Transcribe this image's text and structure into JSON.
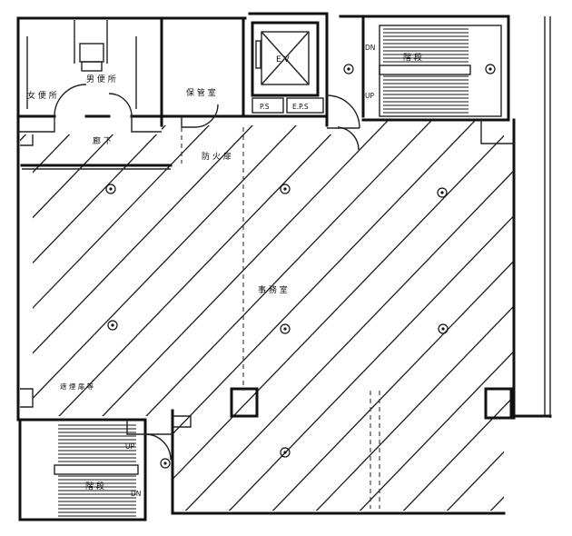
{
  "rooms": {
    "toilet_men": "男 便 所",
    "toilet_women": "女 便 所",
    "storage": "保 管 室",
    "corridor": "廊 下",
    "stair_north": "階 段",
    "office": "事 務 室",
    "stair_south": "階 段"
  },
  "elevator": {
    "label": "E V"
  },
  "shafts": {
    "ps": "P.S",
    "eps": "E.P.S"
  },
  "annotations": {
    "fire_door": "防 火 扉",
    "handrail_corridor": "遮 煙 扉 等",
    "dn_north": "DN",
    "up_north": "UP",
    "up_south": "UP",
    "dn_south": "DN"
  },
  "fixture_symbol": "light-fixture-icon"
}
